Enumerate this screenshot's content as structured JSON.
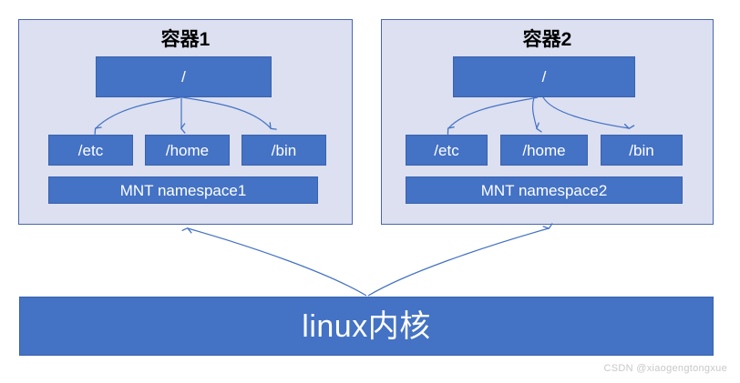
{
  "diagram": {
    "kernel": {
      "label": "linux内核",
      "fill": "#4472C4",
      "text_color": "#ffffff"
    },
    "watermark": "CSDN @xiaogengtongxue",
    "colors": {
      "box_fill": "#4472C4",
      "box_border": "#3A62AE",
      "panel_fill": "#DCE0F0",
      "panel_border": "#4A66B0",
      "arrow": "#4472C4",
      "title_text": "#000000",
      "box_text": "#ffffff",
      "watermark_text": "#C8C8C8",
      "background": "#ffffff"
    },
    "containers": [
      {
        "title": "容器1",
        "root": "/",
        "children": [
          "/etc",
          "/home",
          "/bin"
        ],
        "namespace": "MNT namespace1"
      },
      {
        "title": "容器2",
        "root": "/",
        "children": [
          "/etc",
          "/home",
          "/bin"
        ],
        "namespace": "MNT namespace2"
      }
    ]
  }
}
